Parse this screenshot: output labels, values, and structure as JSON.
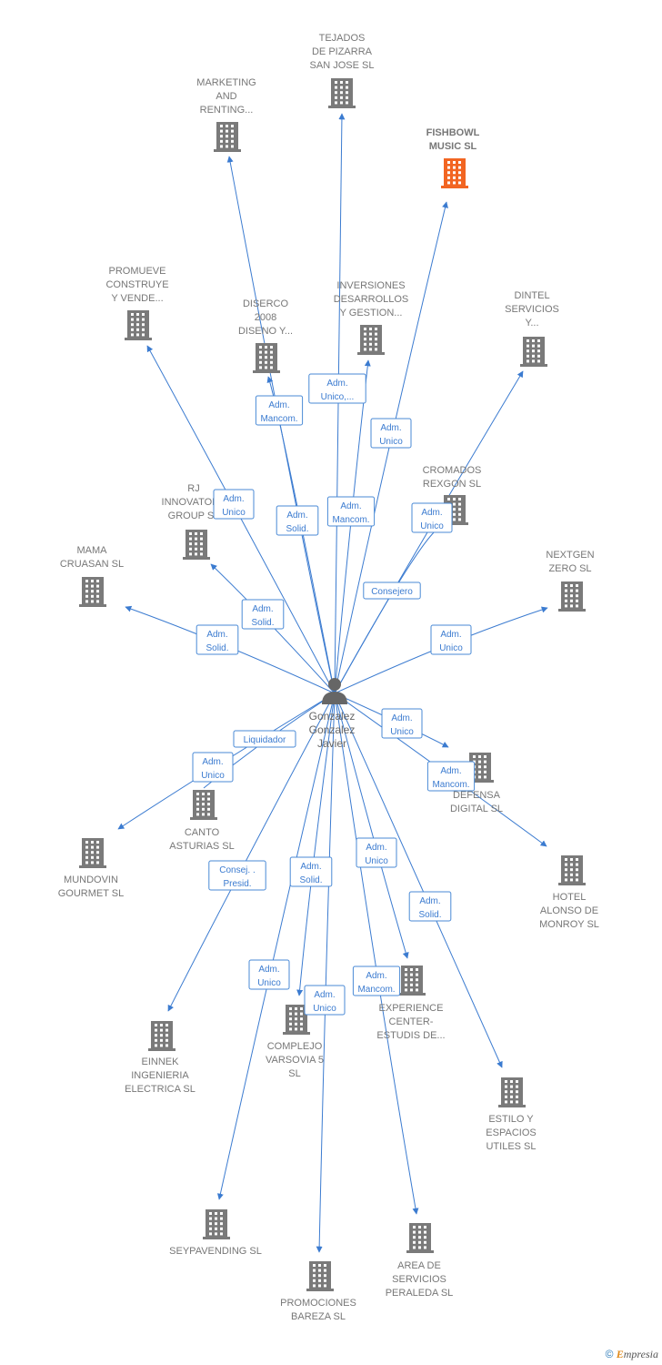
{
  "colors": {
    "edge": "#3b7bd0",
    "building": "#7a7a7a",
    "highlight": "#f26522",
    "person": "#666666"
  },
  "center": {
    "name_lines": [
      "Gonzalez",
      "Gonzalez",
      "Javier"
    ],
    "icon": "person-icon"
  },
  "companies": [
    {
      "id": "tejados",
      "lines": [
        "TEJADOS",
        "DE PIZARRA",
        "SAN JOSE  SL"
      ],
      "highlight": false
    },
    {
      "id": "marketing",
      "lines": [
        "MARKETING",
        "AND",
        "RENTING..."
      ],
      "highlight": false
    },
    {
      "id": "fishbowl",
      "lines": [
        "FISHBOWL",
        "MUSIC  SL"
      ],
      "highlight": true
    },
    {
      "id": "promueve",
      "lines": [
        "PROMUEVE",
        "CONSTRUYE",
        "Y VENDE..."
      ],
      "highlight": false
    },
    {
      "id": "diserco",
      "lines": [
        "DISERCO",
        "2008",
        "DISENO Y..."
      ],
      "highlight": false
    },
    {
      "id": "inversiones",
      "lines": [
        "INVERSIONES",
        "DESARROLLOS",
        "Y GESTION..."
      ],
      "highlight": false
    },
    {
      "id": "dintel",
      "lines": [
        "DINTEL",
        "SERVICIOS",
        "Y..."
      ],
      "highlight": false
    },
    {
      "id": "cromados",
      "lines": [
        "CROMADOS",
        "REXGON  SL"
      ],
      "highlight": false
    },
    {
      "id": "rj",
      "lines": [
        "RJ",
        "INNOVATORS",
        "GROUP  SL"
      ],
      "highlight": false
    },
    {
      "id": "mama",
      "lines": [
        "MAMA",
        "CRUASAN  SL"
      ],
      "highlight": false
    },
    {
      "id": "nextgen",
      "lines": [
        "NEXTGEN",
        "ZERO  SL"
      ],
      "highlight": false
    },
    {
      "id": "defensa",
      "lines": [
        "DEFENSA",
        "DIGITAL  SL"
      ],
      "highlight": false
    },
    {
      "id": "canto",
      "lines": [
        "CANTO",
        "ASTURIAS SL"
      ],
      "highlight": false
    },
    {
      "id": "mundovin",
      "lines": [
        "MUNDOVIN",
        "GOURMET  SL"
      ],
      "highlight": false
    },
    {
      "id": "hotel",
      "lines": [
        "HOTEL",
        "ALONSO DE",
        "MONROY SL"
      ],
      "highlight": false
    },
    {
      "id": "experience",
      "lines": [
        "EXPERIENCE",
        "CENTER-",
        "ESTUDIS DE..."
      ],
      "highlight": false
    },
    {
      "id": "einnek",
      "lines": [
        "EINNEK",
        "INGENIERIA",
        "ELECTRICA  SL"
      ],
      "highlight": false
    },
    {
      "id": "complejo",
      "lines": [
        "COMPLEJO",
        "VARSOVIA 5",
        "SL"
      ],
      "highlight": false
    },
    {
      "id": "estilo",
      "lines": [
        "ESTILO Y",
        "ESPACIOS",
        "UTILES  SL"
      ],
      "highlight": false
    },
    {
      "id": "seypavending",
      "lines": [
        "SEYPAVENDING SL"
      ],
      "highlight": false
    },
    {
      "id": "area",
      "lines": [
        "AREA DE",
        "SERVICIOS",
        "PERALEDA SL"
      ],
      "highlight": false
    },
    {
      "id": "promociones",
      "lines": [
        "PROMOCIONES",
        "BAREZA SL"
      ],
      "highlight": false
    }
  ],
  "relations": [
    {
      "lines": [
        "Adm.",
        "Mancom."
      ],
      "to": "diserco"
    },
    {
      "lines": [
        "Adm.",
        "Unico,..."
      ],
      "to": "tejados"
    },
    {
      "lines": [
        "Adm.",
        "Unico"
      ],
      "to": "fishbowl"
    },
    {
      "lines": [
        "Adm.",
        "Unico"
      ],
      "to": "promueve"
    },
    {
      "lines": [
        "Adm.",
        "Solid."
      ],
      "to": "marketing"
    },
    {
      "lines": [
        "Adm.",
        "Mancom."
      ],
      "to": "inversiones"
    },
    {
      "lines": [
        "Adm.",
        "Unico"
      ],
      "to": "cromados"
    },
    {
      "lines": [
        "Consejero"
      ],
      "to": "dintel"
    },
    {
      "lines": [
        "Adm.",
        "Solid."
      ],
      "to": "rj"
    },
    {
      "lines": [
        "Adm.",
        "Solid."
      ],
      "to": "mama"
    },
    {
      "lines": [
        "Adm.",
        "Unico"
      ],
      "to": "nextgen"
    },
    {
      "lines": [
        "Liquidador"
      ],
      "to": "canto"
    },
    {
      "lines": [
        "Adm.",
        "Unico"
      ],
      "to": "mundovin"
    },
    {
      "lines": [
        "Adm.",
        "Unico"
      ],
      "to": "defensa"
    },
    {
      "lines": [
        "Adm.",
        "Mancom."
      ],
      "to": "hotel"
    },
    {
      "lines": [
        "Consej. .",
        "Presid."
      ],
      "to": "einnek"
    },
    {
      "lines": [
        "Adm.",
        "Solid."
      ],
      "to": "complejo"
    },
    {
      "lines": [
        "Adm.",
        "Unico"
      ],
      "to": "experience"
    },
    {
      "lines": [
        "Adm.",
        "Solid."
      ],
      "to": "estilo"
    },
    {
      "lines": [
        "Adm.",
        "Unico"
      ],
      "to": "seypavending"
    },
    {
      "lines": [
        "Adm.",
        "Unico"
      ],
      "to": "promociones"
    },
    {
      "lines": [
        "Adm.",
        "Mancom."
      ],
      "to": "area"
    }
  ],
  "footer": {
    "copyright": "©",
    "brand_initial": "E",
    "brand_rest": "mpresia"
  }
}
